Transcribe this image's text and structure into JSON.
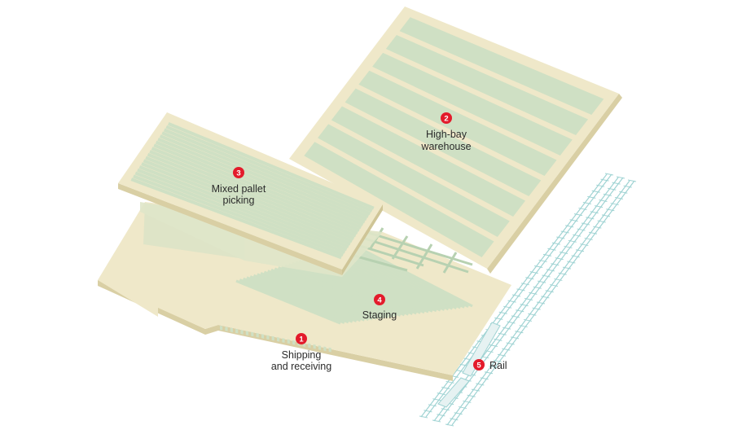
{
  "colors": {
    "floor": "#efe8c9",
    "floor_edge": "#d9cfa4",
    "aisle": "#cfe0c4",
    "aisle_line": "#b7d1b1",
    "rail": "#9fd3d3",
    "badge": "#e31b2b"
  },
  "zones": [
    {
      "id": "shipping",
      "number": "1",
      "lines": [
        "Shipping",
        "and receiving"
      ]
    },
    {
      "id": "high-bay",
      "number": "2",
      "lines": [
        "High-bay",
        "warehouse"
      ]
    },
    {
      "id": "mixed-pallet",
      "number": "3",
      "lines": [
        "Mixed pallet",
        "picking"
      ]
    },
    {
      "id": "staging",
      "number": "4",
      "lines": [
        "Staging"
      ]
    },
    {
      "id": "rail",
      "number": "5",
      "lines": [
        "Rail"
      ]
    }
  ]
}
